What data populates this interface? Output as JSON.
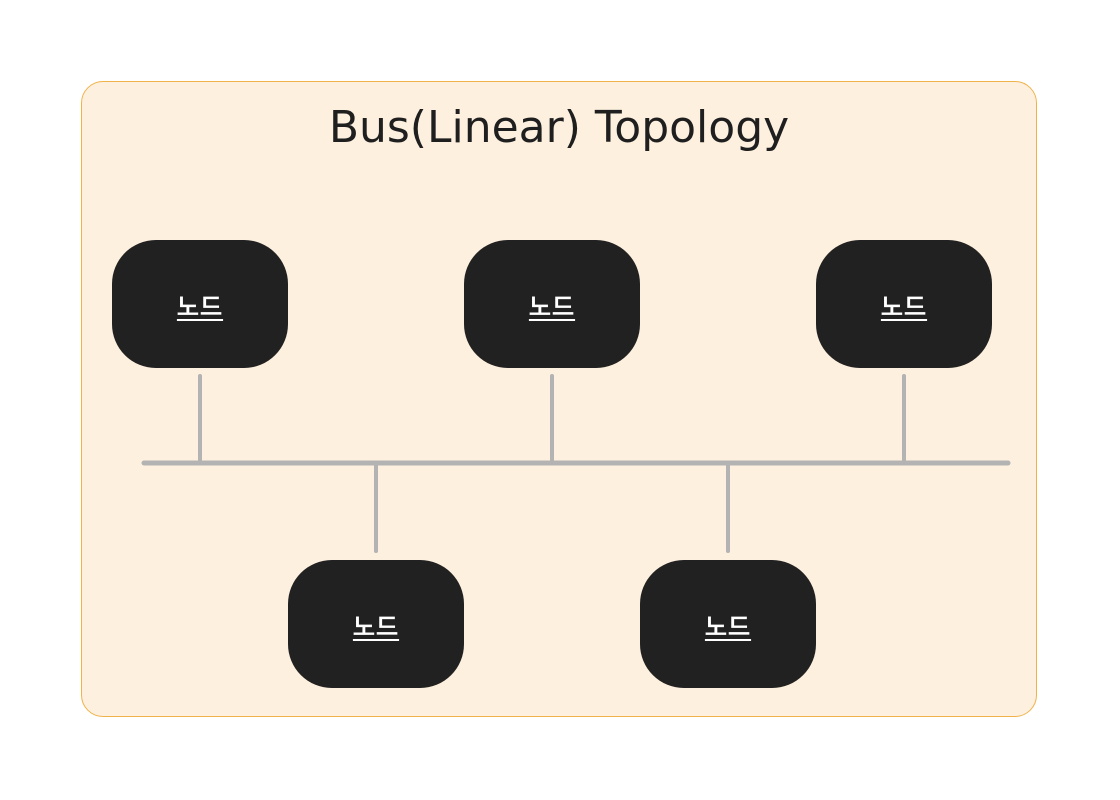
{
  "diagram": {
    "title": "Bus(Linear) Topology",
    "colors": {
      "background": "#fdf0df",
      "border": "#f0b34a",
      "node_fill": "#212121",
      "node_text": "#ffffff",
      "bus_line": "#b3b3b3",
      "title_text": "#1f1f1f"
    },
    "nodes": [
      {
        "id": "node-1",
        "label": "노드"
      },
      {
        "id": "node-2",
        "label": "노드"
      },
      {
        "id": "node-3",
        "label": "노드"
      },
      {
        "id": "node-4",
        "label": "노드"
      },
      {
        "id": "node-5",
        "label": "노드"
      }
    ]
  }
}
